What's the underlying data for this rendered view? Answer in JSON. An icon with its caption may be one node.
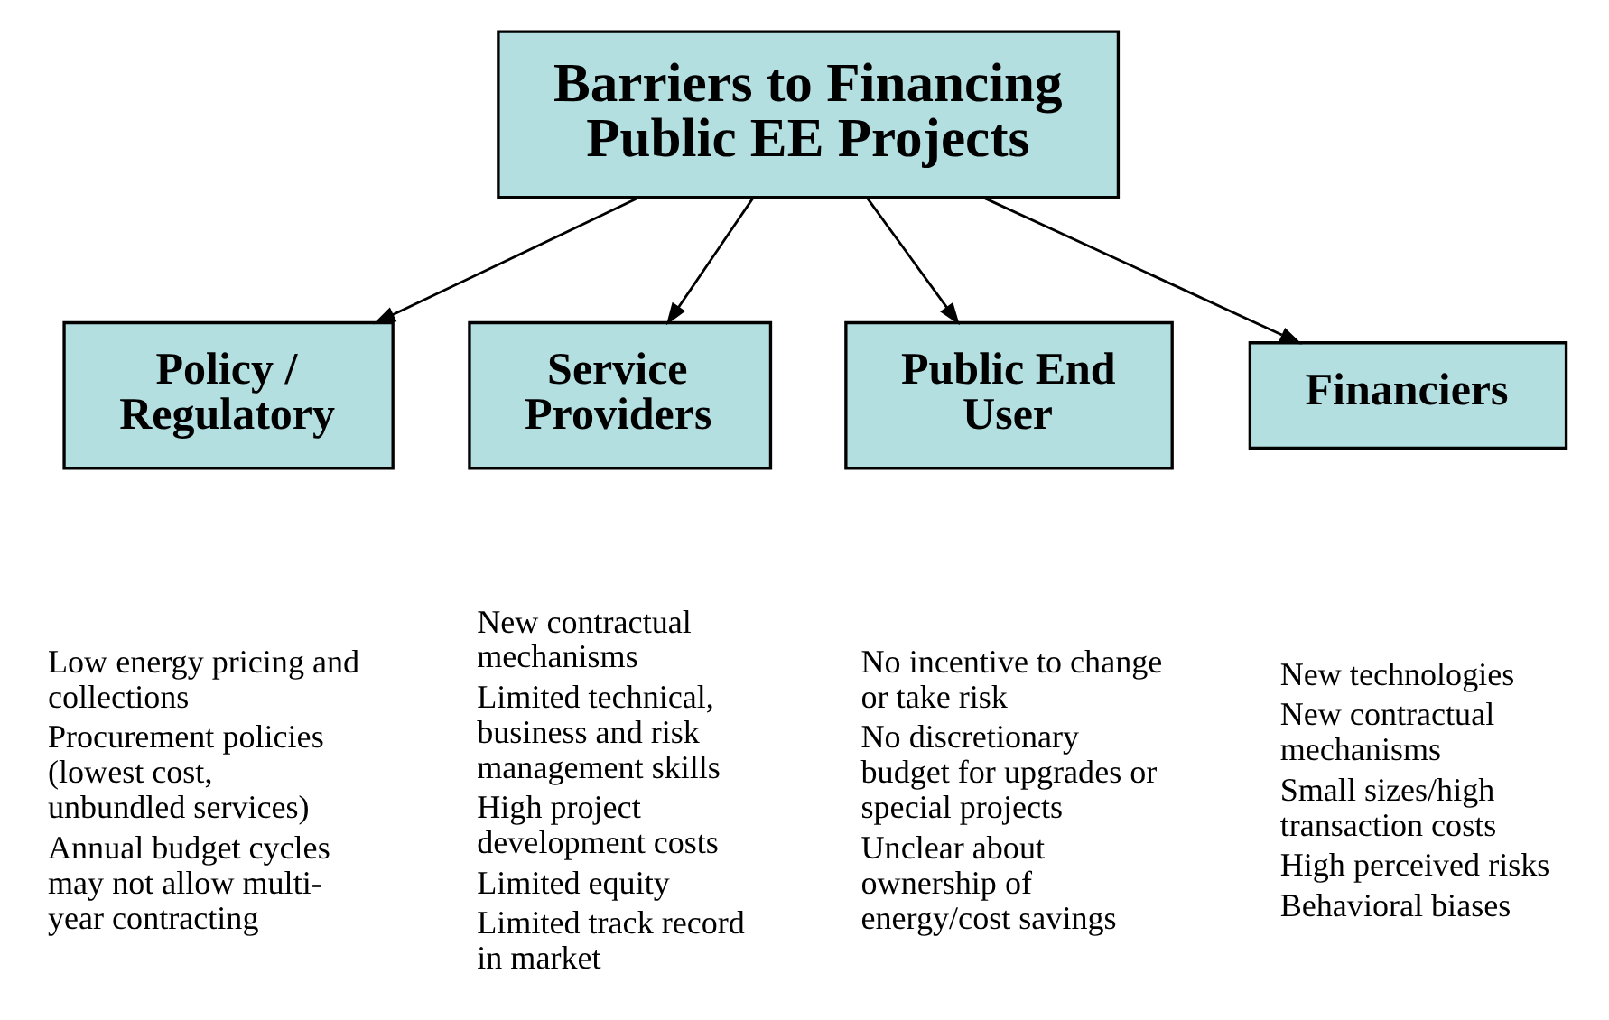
{
  "diagram": {
    "nodes": [
      {
        "text": [
          "Barriers to Financing Public EE Projects"
        ]
      },
      {
        "text": [
          "Policy / Regulatory"
        ],
        "beside": [
          "Low energy pricing and collections",
          "Procurement policies (lowest cost, unbundled services)",
          "Annual budget cycles may not allow multi-year contracting"
        ]
      },
      {
        "text": [
          "Service Providers"
        ],
        "beside": [
          "New contractual mechanisms",
          "Limited technical, business and risk management skills",
          "High project development costs",
          "Limited equity",
          "Limited track record in market"
        ]
      },
      {
        "text": [
          "Public End User"
        ],
        "beside": [
          "No incentive to change or take risk",
          "No discretionary budget for upgrades or special projects",
          "Unclear about ownership of energy/cost savings"
        ]
      },
      {
        "text": [
          "Financiers"
        ],
        "beside": [
          "New technologies",
          "New contractual mechanisms",
          "Small sizes/high transaction costs",
          "High perceived risks",
          "Behavioral biases"
        ]
      }
    ],
    "edges": [
      {
        "from": 0,
        "to": 1,
        "arrow": "to"
      },
      {
        "from": 0,
        "to": 2,
        "arrow": "to"
      },
      {
        "from": 0,
        "to": 3,
        "arrow": "to"
      },
      {
        "from": 0,
        "to": 4,
        "arrow": "to"
      }
    ]
  }
}
